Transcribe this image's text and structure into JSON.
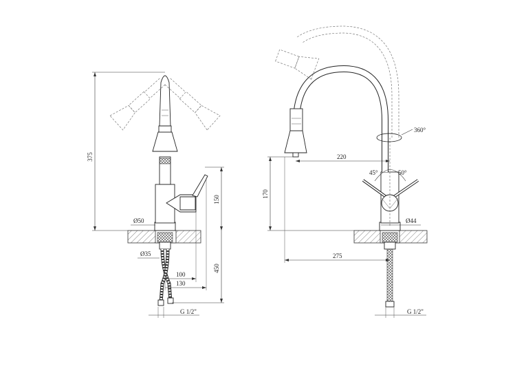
{
  "side_view": {
    "height_total": "375",
    "handle_height": "150",
    "hose_length": "450",
    "base_diameter": "Ø50",
    "shank_diameter": "Ø35",
    "offset_100": "100",
    "offset_130": "130",
    "thread": "G 1/2\""
  },
  "front_view": {
    "spout_height": "170",
    "spout_reach": "220",
    "rotation": "360°",
    "angle_left": "45°",
    "angle_right": "50°",
    "base_diameter": "Ø44",
    "overall_reach": "275",
    "thread": "G 1/2\""
  }
}
